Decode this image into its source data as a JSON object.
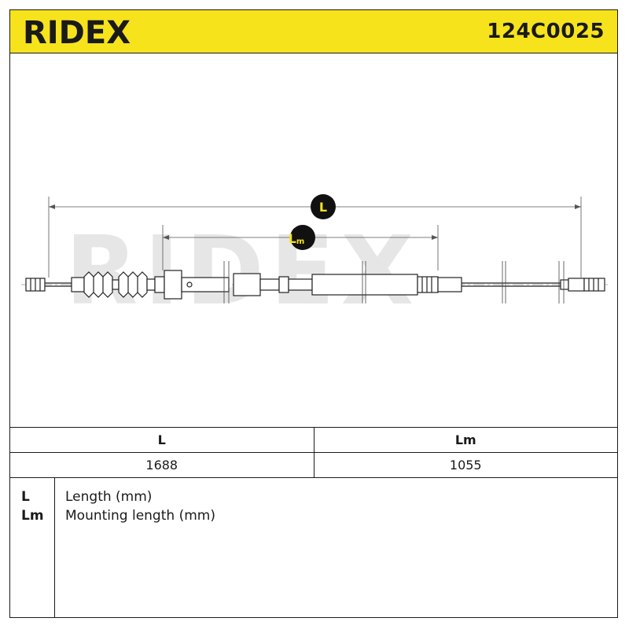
{
  "header": {
    "brand": "RIDEX",
    "part_number": "124C0025",
    "accent_color": "#f6e31c"
  },
  "drawing": {
    "watermark": "RIDEX",
    "dimension_L_label": "L",
    "dimension_Lm_label_main": "L",
    "dimension_Lm_label_sub": "m"
  },
  "table": {
    "columns": [
      "L",
      "Lm"
    ],
    "values": [
      "1688",
      "1055"
    ]
  },
  "legend": {
    "items": [
      {
        "key": "L",
        "description": "Length (mm)"
      },
      {
        "key": "Lm",
        "description": "Mounting length (mm)"
      }
    ]
  }
}
